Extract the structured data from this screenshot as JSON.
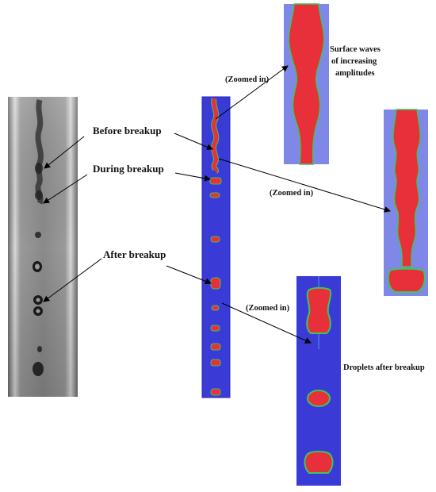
{
  "labels": {
    "before_breakup": "Before breakup",
    "during_breakup": "During breakup",
    "after_breakup": "After breakup",
    "zoomed_in_top": "(Zoomed in)",
    "zoomed_in_middle": "(Zoomed in)",
    "zoomed_in_bottom": "(Zoomed in)",
    "surface_waves_line1": "Surface waves",
    "surface_waves_line2": "of increasing",
    "surface_waves_line3": "amplitudes",
    "droplets_after_breakup": "Droplets after breakup"
  },
  "colors": {
    "liquid": "#e8303a",
    "channel": "#3a3ad6",
    "channel_zoom": "#7f88e6",
    "interface": "#3cc65a",
    "photo_background": "#8e8e8e"
  }
}
